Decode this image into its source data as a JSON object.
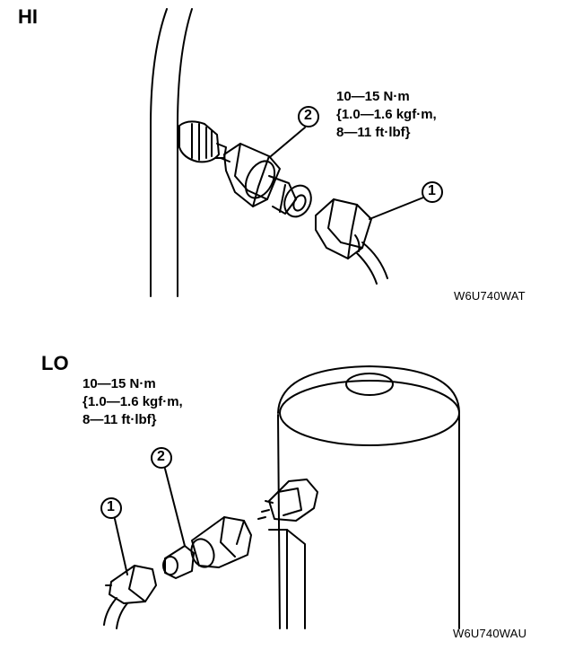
{
  "hi": {
    "section_label": "HI",
    "torque_lines": [
      "10—15 N·m",
      "{1.0—1.6 kgf·m,",
      "8—11 ft·lbf}"
    ],
    "figure_code": "W6U740WAT",
    "callouts": [
      "2",
      "1"
    ]
  },
  "lo": {
    "section_label": "LO",
    "torque_lines": [
      "10—15 N·m",
      "{1.0—1.6 kgf·m,",
      "8—11 ft·lbf}"
    ],
    "figure_code": "W6U740WAU",
    "callouts": [
      "2",
      "1"
    ]
  }
}
